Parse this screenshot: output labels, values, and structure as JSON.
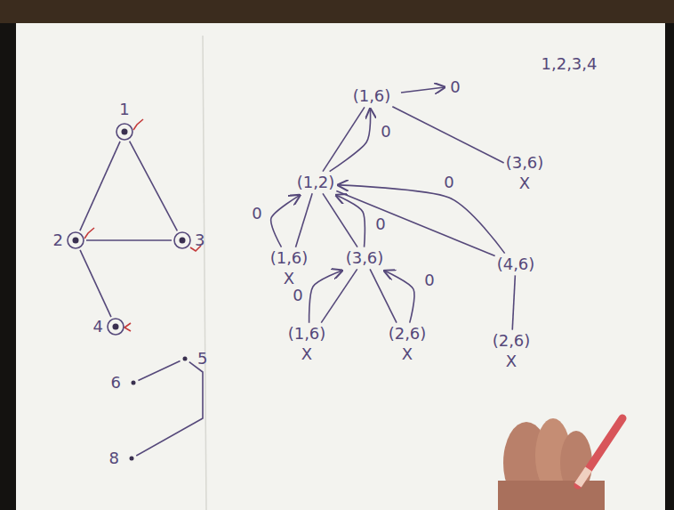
{
  "diagram": {
    "nodes": [
      {
        "text": [
          "1"
        ]
      },
      {
        "text": [
          "2"
        ]
      },
      {
        "text": [
          "3"
        ]
      },
      {
        "text": [
          "4"
        ]
      },
      {
        "text": [
          "6"
        ]
      },
      {
        "text": [
          "5"
        ]
      },
      {
        "text": [
          "8"
        ]
      },
      {
        "text": [
          "(1,6)"
        ]
      },
      {
        "text": [
          "(1,2)"
        ]
      },
      {
        "text": [
          "(3,6)",
          "X"
        ]
      },
      {
        "text": [
          "(1,6)",
          "X"
        ]
      },
      {
        "text": [
          "(3,6)"
        ]
      },
      {
        "text": [
          "(4,6)"
        ]
      },
      {
        "text": [
          "(1,6)",
          "X"
        ]
      },
      {
        "text": [
          "(2,6)",
          "X"
        ]
      },
      {
        "text": [
          "(2,6)",
          "X"
        ]
      }
    ],
    "edges": [
      {
        "from": 0,
        "to": 1,
        "arrow": "none"
      },
      {
        "from": 0,
        "to": 2,
        "arrow": "none"
      },
      {
        "from": 1,
        "to": 2,
        "arrow": "none"
      },
      {
        "from": 1,
        "to": 3,
        "arrow": "none"
      },
      {
        "from": 4,
        "to": 5,
        "arrow": "none"
      },
      {
        "from": 5,
        "to": 6,
        "arrow": "none"
      },
      {
        "from": 7,
        "to": 8,
        "arrow": "none"
      },
      {
        "from": 7,
        "to": 9,
        "arrow": "none"
      },
      {
        "from": 8,
        "to": 10,
        "arrow": "none"
      },
      {
        "from": 8,
        "to": 11,
        "arrow": "none"
      },
      {
        "from": 8,
        "to": 12,
        "arrow": "none"
      },
      {
        "from": 11,
        "to": 13,
        "arrow": "none"
      },
      {
        "from": 11,
        "to": 14,
        "arrow": "none"
      },
      {
        "from": 12,
        "to": 15,
        "arrow": "none"
      },
      {
        "from": 8,
        "to": 7,
        "label": "0",
        "arrow": "to"
      },
      {
        "from": 10,
        "to": 8,
        "label": "0",
        "arrow": "to"
      },
      {
        "from": 11,
        "to": 8,
        "label": "0",
        "arrow": "to"
      },
      {
        "from": 12,
        "to": 8,
        "label": "0",
        "arrow": "to"
      },
      {
        "from": 13,
        "to": 11,
        "label": "0",
        "arrow": "to"
      },
      {
        "from": 14,
        "to": 11,
        "label": "0",
        "arrow": "to"
      }
    ],
    "labels": [
      "0",
      "1,2,3,4"
    ]
  }
}
